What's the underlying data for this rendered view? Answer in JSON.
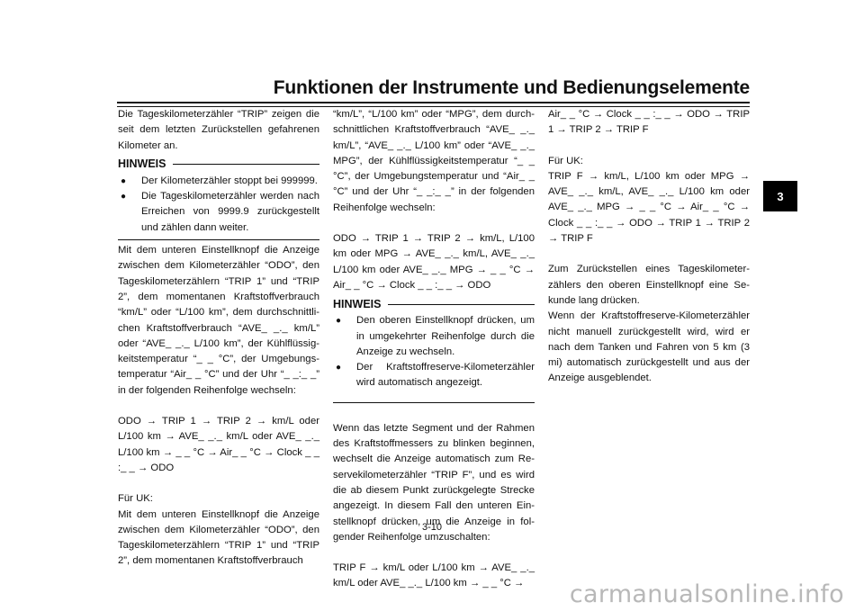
{
  "header": {
    "title": "Funktionen der Instrumente und Bedienungselemente"
  },
  "tab": {
    "chapter": "3"
  },
  "page_number": "3-10",
  "watermark": "carmanualsonline.info",
  "col1": {
    "p1": "Die Tageskilometerzähler “TRIP” zeigen die seit dem letzten Zurückstellen gefahrenen Kilometer an.",
    "note_title": "HINWEIS",
    "bullets": [
      "Der Kilometerzähler stoppt bei 999999.",
      "Die Tageskilometerzähler werden nach Erreichen von 9999.9 zurückge­stellt und zählen dann weiter."
    ],
    "p2": "Mit dem unteren Einstellknopf die Anzeige zwischen dem Kilometerzähler “ODO”, den Tageskilometerzählern “TRIP 1” und “TRIP 2”, dem momentanen Kraftstoffverbrauch “km/L” oder “L/100 km”, dem durchschnittli­chen Kraftstoffverbrauch “AVE_ _._ km/L” oder “AVE_ _._ L/100 km”, der Kühlflüssig­keitstemperatur “_ _ °C”, der Umgebungs­temperatur “Air_ _ °C” und der Uhr “_ _:_ _” in der folgenden Reihenfolge wechseln:",
    "p3": "ODO → TRIP 1 → TRIP 2 → km/L oder L/100 km → AVE_ _._ km/L oder AVE_ _._ L/100 km → _ _ °C → Air_ _ °C → Clock _ _ :_ _ → ODO",
    "p4": "Für UK:",
    "p5": "Mit dem unteren Einstellknopf die Anzeige zwischen dem Kilometerzähler “ODO”, den Tageskilometerzählern “TRIP 1” und “TRIP 2”, dem momentanen Kraftstoffverbrauch"
  },
  "col2": {
    "p1": "“km/L”, “L/100 km” oder “MPG”, dem durch­schnittlichen Kraftstoffverbrauch “AVE_ _._ km/L”, “AVE_ _._ L/100 km” oder “AVE_ _._ MPG”, der Kühlflüssigkeitstemperatur “_ _ °C”, der Umgebungstemperatur und “Air_ _ °C” und der Uhr “_ _:_ _” in der folgenden Reihenfolge wechseln:",
    "p2": "ODO → TRIP 1 → TRIP 2 → km/L, L/100 km oder MPG → AVE_ _._ km/L, AVE_ _._ L/100 km oder AVE_ _._ MPG → _ _ °C → Air_ _ °C → Clock _ _ :_ _ → ODO",
    "note_title": "HINWEIS",
    "bullets": [
      "Den oberen Einstellknopf drücken, um in umgekehrter Reihenfolge durch die Anzeige zu wechseln.",
      "Der Kraftstoffreserve-Kilometerzähler wird automatisch angezeigt."
    ],
    "p3": "Wenn das letzte Segment und der Rahmen des Kraftstoffmessers zu blinken beginnen, wechselt die Anzeige automatisch zum Re­servekilometerzähler “TRIP F”, und es wird die ab diesem Punkt zurückgelegte Strecke angezeigt. In diesem Fall den unteren Ein­stellknopf drücken, um die Anzeige in fol­gender Reihenfolge umzuschalten:",
    "p4": "TRIP F → km/L oder L/100 km → AVE_ _._ km/L oder AVE_ _._ L/100 km → _ _ °C →"
  },
  "col3": {
    "p1": "Air_ _ °C → Clock _ _ :_ _ → ODO → TRIP 1 → TRIP 2 → TRIP F",
    "p2": "Für UK:",
    "p3": "TRIP F → km/L, L/100 km oder MPG → AVE_ _._ km/L, AVE_ _._ L/100 km oder AVE_ _._ MPG → _ _ °C → Air_ _ °C → Clock _ _ :_ _ → ODO → TRIP 1 → TRIP 2 → TRIP F",
    "p4": "Zum Zurückstellen eines Tageskilometer­zählers den oberen Einstellknopf eine Se­kunde lang drücken.",
    "p5": "Wenn der Kraftstoffreserve-Kilometerzähler nicht manuell zurückgestellt wird, wird er nach dem Tanken und Fahren von 5 km (3 mi) automatisch zurückgestellt und aus der Anzeige ausgeblendet."
  }
}
